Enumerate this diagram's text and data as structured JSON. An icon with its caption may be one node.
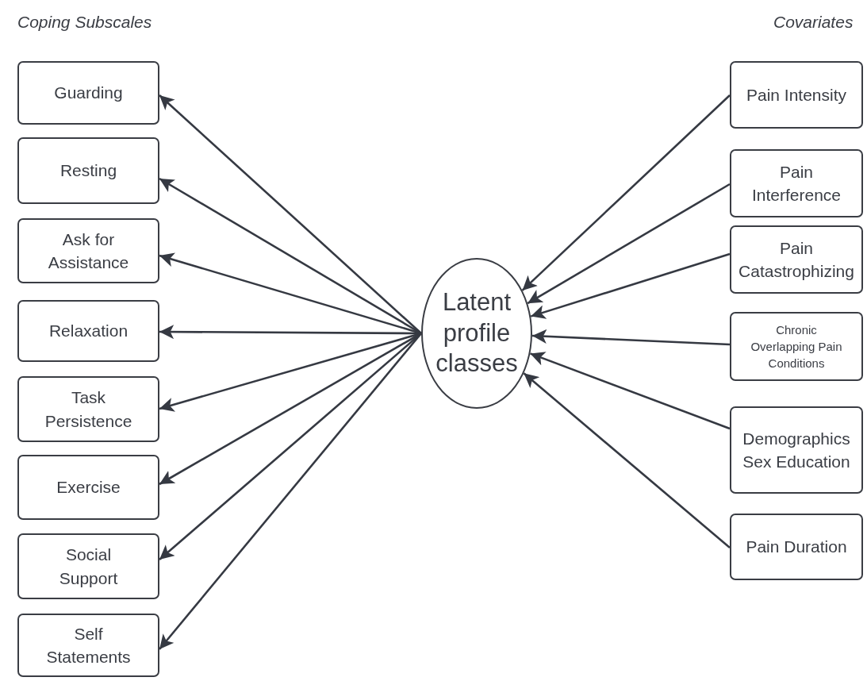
{
  "diagram": {
    "nodes": [
      {
        "text": [
          "Guarding"
        ]
      },
      {
        "text": [
          "Resting"
        ]
      },
      {
        "text": [
          "Ask for Assistance"
        ]
      },
      {
        "text": [
          "Relaxation"
        ]
      },
      {
        "text": [
          "Task Persistence"
        ]
      },
      {
        "text": [
          "Exercise"
        ]
      },
      {
        "text": [
          "Social Support"
        ]
      },
      {
        "text": [
          "Self Statements"
        ]
      },
      {
        "text": [
          "Latent profile classes"
        ]
      },
      {
        "text": [
          "Pain Intensity"
        ]
      },
      {
        "text": [
          "Pain Interference"
        ]
      },
      {
        "text": [
          "Pain Catastrophizing"
        ]
      },
      {
        "text": [
          "Chronic Overlapping Pain Conditions"
        ]
      },
      {
        "text": [
          "Demographics Sex Education"
        ]
      },
      {
        "text": [
          "Pain Duration"
        ]
      }
    ],
    "edges": [
      {
        "from": 8,
        "to": 0,
        "arrow": "to"
      },
      {
        "from": 8,
        "to": 1,
        "arrow": "to"
      },
      {
        "from": 8,
        "to": 2,
        "arrow": "to"
      },
      {
        "from": 8,
        "to": 3,
        "arrow": "to"
      },
      {
        "from": 8,
        "to": 4,
        "arrow": "to"
      },
      {
        "from": 8,
        "to": 5,
        "arrow": "to"
      },
      {
        "from": 8,
        "to": 6,
        "arrow": "to"
      },
      {
        "from": 8,
        "to": 7,
        "arrow": "to"
      },
      {
        "from": 9,
        "to": 8,
        "arrow": "to"
      },
      {
        "from": 10,
        "to": 8,
        "arrow": "to"
      },
      {
        "from": 11,
        "to": 8,
        "arrow": "to"
      },
      {
        "from": 12,
        "to": 8,
        "arrow": "to"
      },
      {
        "from": 13,
        "to": 8,
        "arrow": "to"
      },
      {
        "from": 14,
        "to": 8,
        "arrow": "to"
      }
    ],
    "labels": [
      "Coping Subscales",
      "Covariates"
    ]
  }
}
